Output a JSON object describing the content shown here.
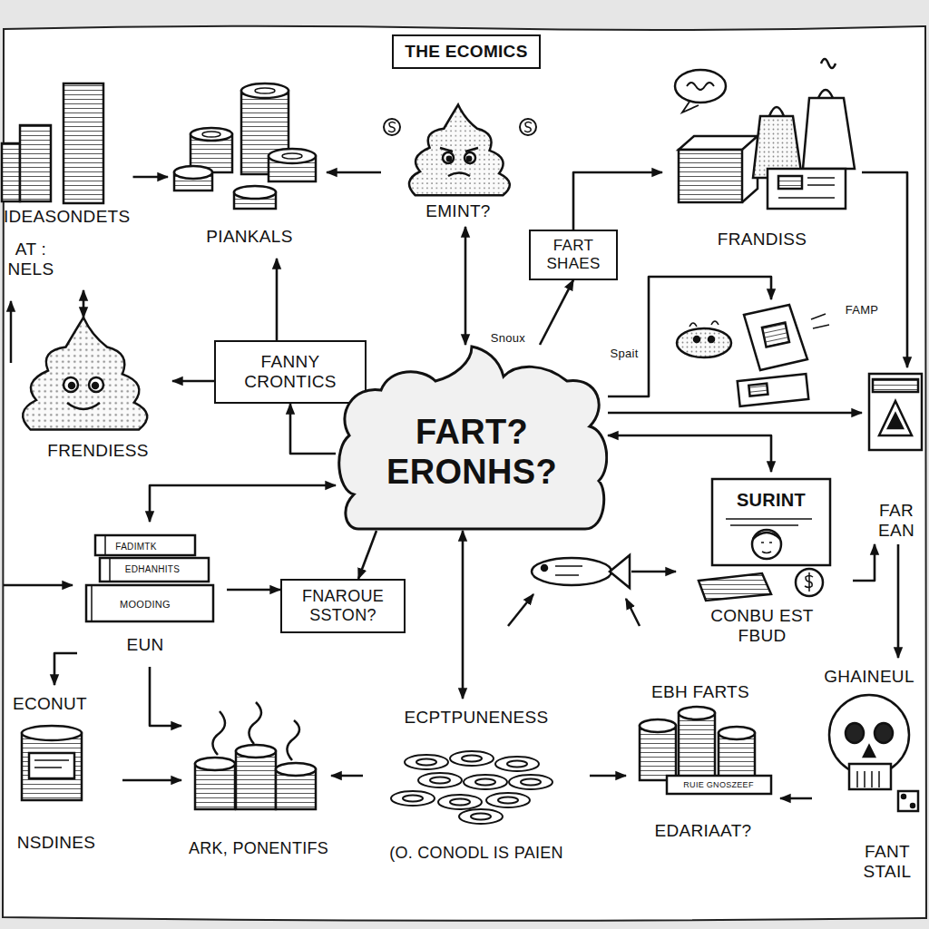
{
  "diagram": {
    "title": "THE ECOMICS",
    "nodes": [
      {
        "text": [
          "IDEASONDETS",
          "AT : NELS"
        ]
      },
      {
        "text": [
          "PIANKALS"
        ]
      },
      {
        "text": [
          "EMINT?"
        ]
      },
      {
        "text": [
          "FART SHAES"
        ]
      },
      {
        "text": [
          "FRANDISS"
        ]
      },
      {
        "text": [
          "FANNY CRONTICS"
        ]
      },
      {
        "text": [
          "FRENDIESS"
        ]
      },
      {
        "text": [
          "FART? ERONHS?"
        ]
      },
      {
        "text": [
          "FAMP"
        ]
      },
      {
        "text": [
          "FAR EAN"
        ]
      },
      {
        "text": [
          "SURINT",
          "CONBU EST FBUD"
        ]
      },
      {
        "text": [
          "FADIMTK",
          "EDHANHITS",
          "MOODING",
          "EUN"
        ]
      },
      {
        "text": [
          "FNAROUE SSTON?"
        ]
      },
      {
        "text": [
          "ECONUT",
          "NSDINES"
        ]
      },
      {
        "text": [
          "ARK, PONENTIFS"
        ]
      },
      {
        "text": [
          "ECPTPUNENESS",
          "(O. CONODL IS PAIEN"
        ]
      },
      {
        "text": [
          "EBH FARTS",
          "RUIE GNOSZEEF",
          "EDARIAAT?"
        ]
      },
      {
        "text": [
          "GHAINEUL",
          "FANT STAIL"
        ]
      }
    ],
    "edges": [
      {
        "from": 0,
        "to": 1,
        "arrow": "to"
      },
      {
        "from": 0,
        "to": 6,
        "arrow": "both"
      },
      {
        "from": 5,
        "to": 1,
        "arrow": "to"
      },
      {
        "from": 2,
        "to": 1,
        "arrow": "to"
      },
      {
        "from": 2,
        "to": 7,
        "arrow": "both"
      },
      {
        "from": 7,
        "to": 3,
        "arrow": "to"
      },
      {
        "from": 3,
        "to": 4,
        "arrow": "to"
      },
      {
        "from": 5,
        "to": 6,
        "arrow": "to"
      },
      {
        "from": 7,
        "to": 5,
        "arrow": "to"
      },
      {
        "from": 11,
        "to": 7,
        "arrow": "both"
      },
      {
        "from": 7,
        "to": 10,
        "arrow": "both"
      },
      {
        "from": 7,
        "to": 9,
        "arrow": "to"
      },
      {
        "from": 4,
        "to": 9,
        "arrow": "to"
      },
      {
        "from": 7,
        "to": 8,
        "arrow": "to"
      },
      {
        "from": 9,
        "to": 17,
        "arrow": "to"
      },
      {
        "from": 10,
        "to": 9,
        "arrow": "to"
      },
      {
        "from": 7,
        "to": 12,
        "arrow": "to"
      },
      {
        "from": 7,
        "to": 15,
        "arrow": "both"
      },
      {
        "from": 11,
        "to": 12,
        "arrow": "to"
      },
      {
        "from": 11,
        "to": 13,
        "arrow": "to"
      },
      {
        "from": 13,
        "to": 14,
        "arrow": "to"
      },
      {
        "from": 11,
        "to": 14,
        "arrow": "to"
      },
      {
        "from": 15,
        "to": 14,
        "arrow": "to"
      },
      {
        "from": 15,
        "to": 16,
        "arrow": "to"
      },
      {
        "from": 17,
        "to": 16,
        "arrow": "to"
      }
    ],
    "labels": [
      "Snoux",
      "Spait"
    ]
  }
}
